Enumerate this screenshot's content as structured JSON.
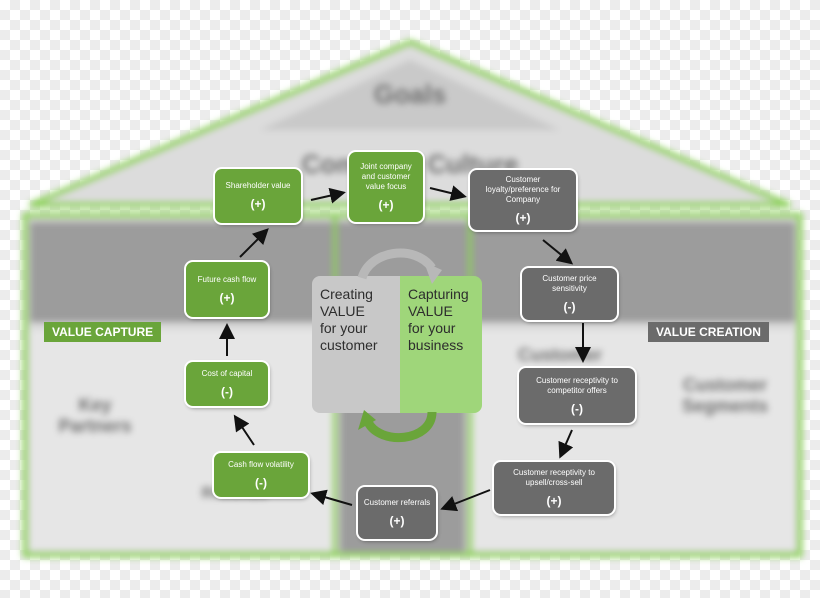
{
  "background": {
    "roof_title": "Goals",
    "roof_subtitle": "Company Culture",
    "cells": {
      "key_partners": "Key\nPartners",
      "customer_left": "Customer",
      "customer_segments": "Customer\nSegments",
      "revenue": "Revenue"
    },
    "colors": {
      "outline_green": "#8cd05a",
      "band_grey": "#9c9c9c"
    }
  },
  "tags": {
    "value_capture": "VALUE CAPTURE",
    "value_creation": "VALUE CREATION"
  },
  "center": {
    "left_text": "Creating\nVALUE\n  for your\n customer",
    "right_text": "Capturing\nVALUE\n  for your\n business"
  },
  "nodes": [
    {
      "id": "shareholder",
      "title": "Shareholder value",
      "sign": "(+)",
      "color": "green"
    },
    {
      "id": "joint",
      "title": "Joint company and customer value focus",
      "sign": "(+)",
      "color": "green"
    },
    {
      "id": "loyalty",
      "title": "Customer loyalty/preference for Company",
      "sign": "(+)",
      "color": "grey"
    },
    {
      "id": "price",
      "title": "Customer price sensitivity",
      "sign": "(-)",
      "color": "grey"
    },
    {
      "id": "receptivity_comp",
      "title": "Customer receptivity to competitor offers",
      "sign": "(-)",
      "color": "grey"
    },
    {
      "id": "receptivity_upsell",
      "title": "Customer receptivity to upsell/cross-sell",
      "sign": "(+)",
      "color": "grey"
    },
    {
      "id": "referrals",
      "title": "Customer referrals",
      "sign": "(+)",
      "color": "grey"
    },
    {
      "id": "volatility",
      "title": "Cash flow volatility",
      "sign": "(-)",
      "color": "green"
    },
    {
      "id": "cost_capital",
      "title": "Cost of capital",
      "sign": "(-)",
      "color": "green"
    },
    {
      "id": "future_cash",
      "title": "Future cash flow",
      "sign": "(+)",
      "color": "green"
    }
  ],
  "colors": {
    "green": "#6aa53a",
    "grey": "#6b6b6b",
    "panel_grey": "#c8c8c8",
    "panel_green": "#9fd67a"
  }
}
